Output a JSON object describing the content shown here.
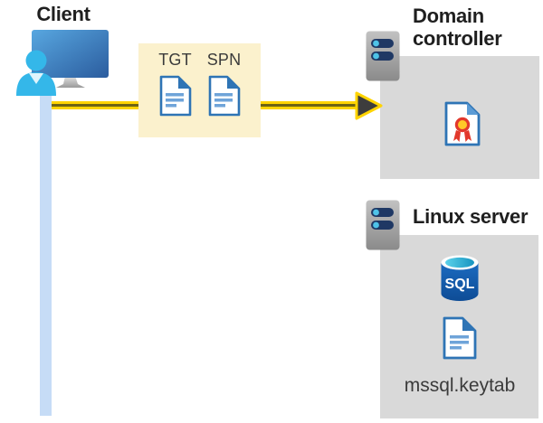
{
  "diagram": {
    "client": {
      "label": "Client"
    },
    "ticket_box": {
      "tgt_label": "TGT",
      "spn_label": "SPN"
    },
    "domain_controller": {
      "label": "Domain controller"
    },
    "linux_server": {
      "label": "Linux server",
      "sql_label": "SQL",
      "keytab_label": "mssql.keytab"
    }
  },
  "icons": {
    "client": "person-at-monitor-icon",
    "lifeline": "client-lifeline-bar",
    "arrow": "yellow-right-arrow",
    "tgt": "document-icon",
    "spn": "document-icon",
    "domain_controller": "server-icon",
    "certificate": "certificate-icon",
    "linux_server": "server-icon",
    "sql": "sql-database-icon",
    "keytab": "document-icon"
  },
  "colors": {
    "yellow_box": "#FBF1CD",
    "panel_gray": "#D9D9D9",
    "arrow_yellow": "#FFD400",
    "arrow_core": "#6E6414",
    "arrowhead_dark": "#3D3D3D",
    "doc_blue": "#2E74B5",
    "doc_line_blue": "#6FA4D9",
    "lifeline": "#C6DCF6",
    "person_cyan": "#34B7E9",
    "server_bar_navy": "#1F3864",
    "server_dot_cyan": "#4EC3E8",
    "sql_body_blue": "#1160B4",
    "cert_red": "#E2382C",
    "cert_gold": "#FFC828",
    "heading_text": "#1F1F1F",
    "caption_text": "#3B3B3B"
  }
}
